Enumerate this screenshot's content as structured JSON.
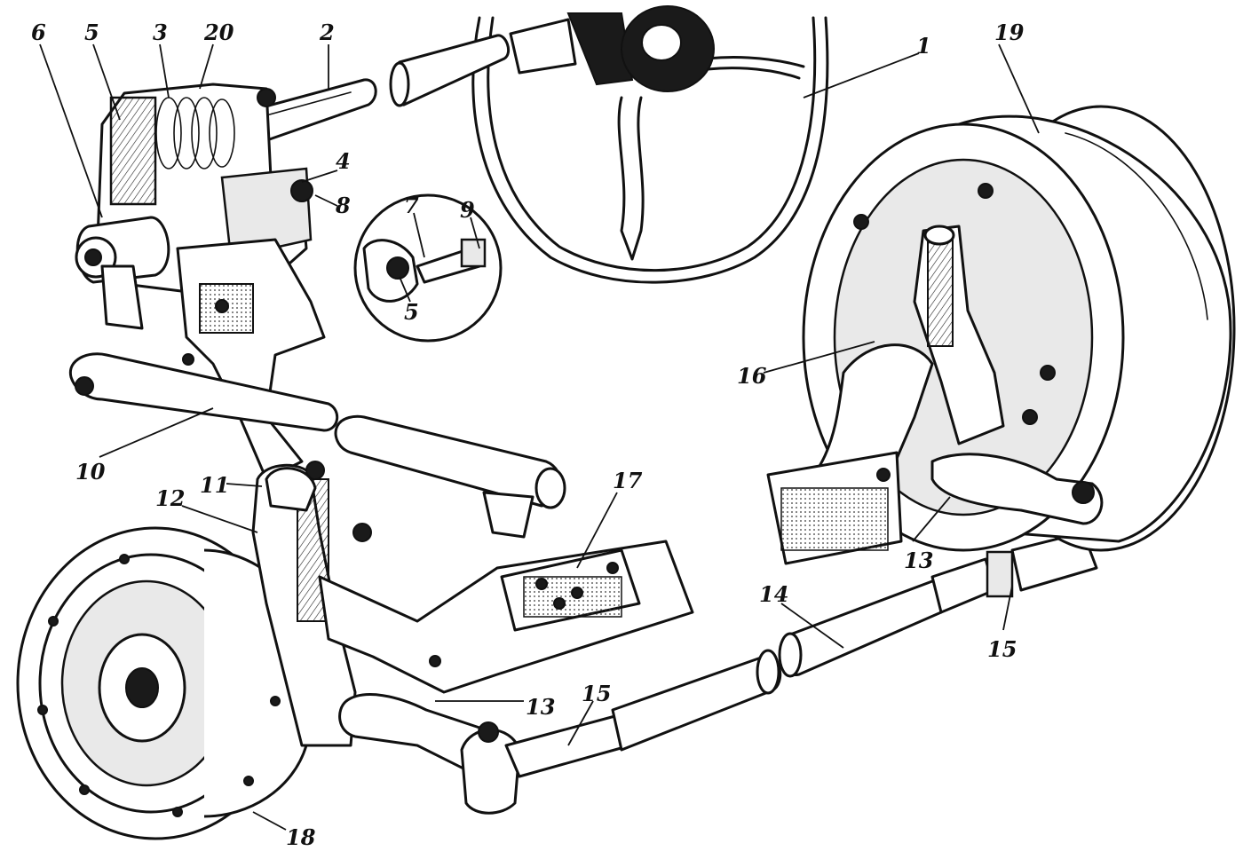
{
  "labels": {
    "l1": "1",
    "l2": "2",
    "l3": "3",
    "l4": "4",
    "l5": "5",
    "l5b": "5",
    "l6": "6",
    "l7": "7",
    "l8": "8",
    "l9": "9",
    "l10": "10",
    "l11": "11",
    "l12": "12",
    "l13": "13",
    "l13b": "13",
    "l14": "14",
    "l15": "15",
    "l15b": "15",
    "l16": "16",
    "l17": "17",
    "l18": "18",
    "l19": "19",
    "l20": "20"
  }
}
